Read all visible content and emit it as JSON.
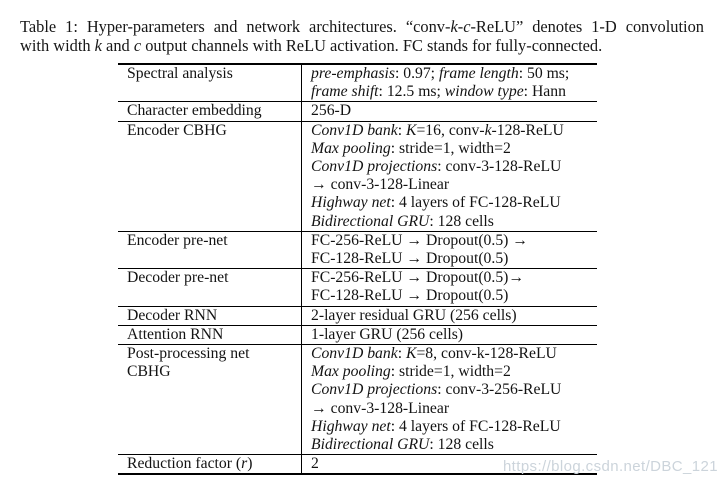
{
  "caption": {
    "line1": [
      {
        "t": "Table 1: Hyper-parameters and network architectures. “conv-"
      },
      {
        "t": "k",
        "i": true
      },
      {
        "t": "-"
      },
      {
        "t": "c",
        "i": true
      },
      {
        "t": "-ReLU” denotes 1-D convolution"
      }
    ],
    "line2": [
      {
        "t": "with width "
      },
      {
        "t": "k",
        "i": true
      },
      {
        "t": " and "
      },
      {
        "t": "c",
        "i": true
      },
      {
        "t": " output channels with ReLU activation. FC stands for fully-connected."
      }
    ]
  },
  "table": {
    "rows": [
      {
        "param": [
          [
            {
              "t": "Spectral analysis"
            }
          ]
        ],
        "value": [
          [
            {
              "t": "pre-emphasis",
              "i": true
            },
            {
              "t": ": 0.97; "
            },
            {
              "t": "frame length",
              "i": true
            },
            {
              "t": ": 50 ms;"
            }
          ],
          [
            {
              "t": "frame shift",
              "i": true
            },
            {
              "t": ": 12.5 ms; "
            },
            {
              "t": "window type",
              "i": true
            },
            {
              "t": ": Hann"
            }
          ]
        ]
      },
      {
        "param": [
          [
            {
              "t": "Character embedding"
            }
          ]
        ],
        "value": [
          [
            {
              "t": "256-D"
            }
          ]
        ]
      },
      {
        "param": [
          [
            {
              "t": "Encoder CBHG"
            }
          ]
        ],
        "value": [
          [
            {
              "t": "Conv1D bank",
              "i": true
            },
            {
              "t": ": "
            },
            {
              "t": "K",
              "i": true
            },
            {
              "t": "=16, conv-"
            },
            {
              "t": "k",
              "i": true
            },
            {
              "t": "-128-ReLU"
            }
          ],
          [
            {
              "t": "Max pooling",
              "i": true
            },
            {
              "t": ": stride=1, width=2"
            }
          ],
          [
            {
              "t": "Conv1D projections",
              "i": true
            },
            {
              "t": ": conv-3-128-ReLU"
            }
          ],
          [
            {
              "t": "→ conv-3-128-Linear"
            }
          ],
          [
            {
              "t": "Highway net",
              "i": true
            },
            {
              "t": ": 4 layers of FC-128-ReLU"
            }
          ],
          [
            {
              "t": "Bidirectional GRU",
              "i": true
            },
            {
              "t": ": 128 cells"
            }
          ]
        ]
      },
      {
        "param": [
          [
            {
              "t": "Encoder pre-net"
            }
          ]
        ],
        "value": [
          [
            {
              "t": "FC-256-ReLU → Dropout(0.5) →"
            }
          ],
          [
            {
              "t": "FC-128-ReLU → Dropout(0.5)"
            }
          ]
        ]
      },
      {
        "param": [
          [
            {
              "t": "Decoder pre-net"
            }
          ]
        ],
        "value": [
          [
            {
              "t": "FC-256-ReLU → Dropout(0.5)→"
            }
          ],
          [
            {
              "t": "FC-128-ReLU → Dropout(0.5)"
            }
          ]
        ]
      },
      {
        "param": [
          [
            {
              "t": "Decoder RNN"
            }
          ]
        ],
        "value": [
          [
            {
              "t": "2-layer residual GRU (256 cells)"
            }
          ]
        ]
      },
      {
        "param": [
          [
            {
              "t": "Attention RNN"
            }
          ]
        ],
        "value": [
          [
            {
              "t": "1-layer GRU (256 cells)"
            }
          ]
        ]
      },
      {
        "param": [
          [
            {
              "t": "Post-processing net"
            }
          ],
          [
            {
              "t": "CBHG"
            }
          ]
        ],
        "value": [
          [
            {
              "t": "Conv1D bank",
              "i": true
            },
            {
              "t": ": "
            },
            {
              "t": "K",
              "i": true
            },
            {
              "t": "=8, conv-k-128-ReLU"
            }
          ],
          [
            {
              "t": "Max pooling",
              "i": true
            },
            {
              "t": ": stride=1, width=2"
            }
          ],
          [
            {
              "t": "Conv1D projections",
              "i": true
            },
            {
              "t": ": conv-3-256-ReLU"
            }
          ],
          [
            {
              "t": "→ conv-3-128-Linear"
            }
          ],
          [
            {
              "t": "Highway net",
              "i": true
            },
            {
              "t": ": 4 layers of FC-128-ReLU"
            }
          ],
          [
            {
              "t": "Bidirectional GRU",
              "i": true
            },
            {
              "t": ": 128 cells"
            }
          ]
        ]
      },
      {
        "param": [
          [
            {
              "t": "Reduction factor ("
            },
            {
              "t": "r",
              "i": true
            },
            {
              "t": ")"
            }
          ]
        ],
        "value": [
          [
            {
              "t": "2"
            }
          ]
        ]
      }
    ]
  },
  "watermark": {
    "text": "https://blog.csdn.net/DBC_121"
  },
  "colors": {
    "background": "#ffffff",
    "text": "#161616",
    "rule": "#000000",
    "watermark": "#ccd4db"
  }
}
